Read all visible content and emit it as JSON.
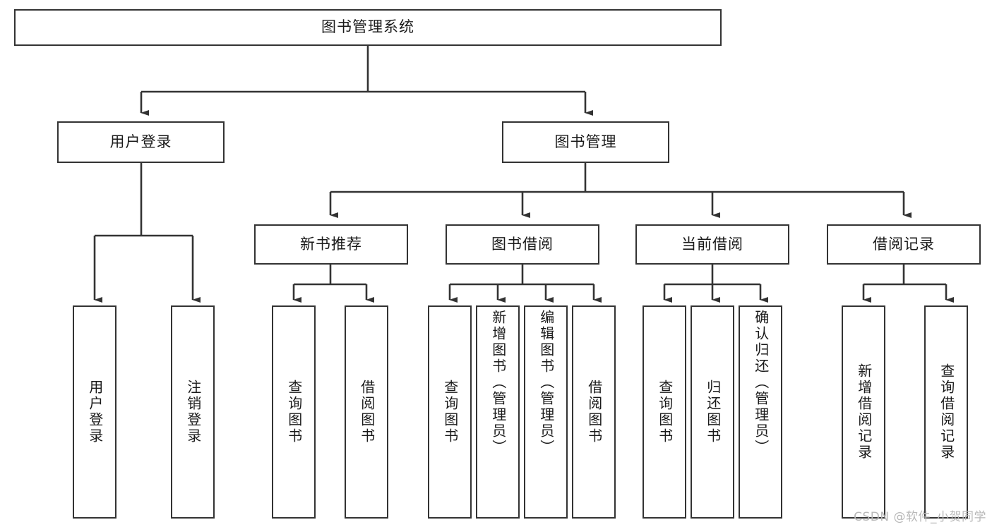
{
  "diagram": {
    "title": "图书管理系统",
    "type": "hierarchy-tree",
    "watermark": "CSDN @软件_小贺同学",
    "colors": {
      "border": "#333333",
      "background": "#ffffff",
      "text": "#1a1a1a",
      "watermark": "#b8b8b8"
    },
    "levels": {
      "root": {
        "label": "图书管理系统"
      },
      "level2": [
        {
          "label": "用户登录"
        },
        {
          "label": "图书管理"
        }
      ],
      "level3": [
        {
          "label": "新书推荐"
        },
        {
          "label": "图书借阅"
        },
        {
          "label": "当前借阅"
        },
        {
          "label": "借阅记录"
        }
      ],
      "leaves": {
        "user_login": [
          {
            "label": "用户登录"
          },
          {
            "label": "注销登录"
          }
        ],
        "new_book_recommend": [
          {
            "label": "查询图书"
          },
          {
            "label": "借阅图书"
          }
        ],
        "book_borrow": [
          {
            "label": "查询图书"
          },
          {
            "label": "新增图书（管理员）"
          },
          {
            "label": "编辑图书（管理员）"
          },
          {
            "label": "借阅图书"
          }
        ],
        "current_borrow": [
          {
            "label": "查询图书"
          },
          {
            "label": "归还图书"
          },
          {
            "label": "确认归还（管理员）"
          }
        ],
        "borrow_record": [
          {
            "label": "新增借阅记录"
          },
          {
            "label": "查询借阅记录"
          }
        ]
      }
    }
  }
}
